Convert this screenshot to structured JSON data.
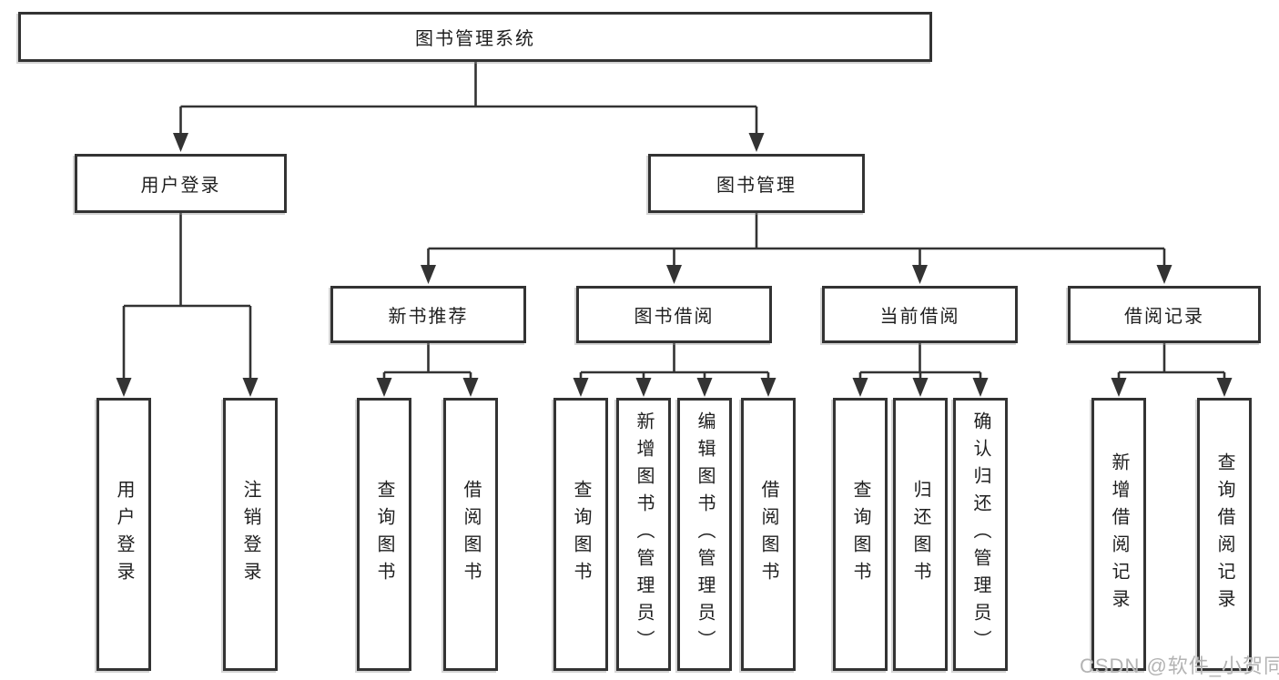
{
  "tree": {
    "root": {
      "label": "图书管理系统"
    },
    "branches": [
      {
        "label": "用户登录",
        "children": [
          {
            "label": "用户登录"
          },
          {
            "label": "注销登录"
          }
        ]
      },
      {
        "label": "图书管理",
        "groups": [
          {
            "label": "新书推荐",
            "children": [
              {
                "label": "查询图书"
              },
              {
                "label": "借阅图书"
              }
            ]
          },
          {
            "label": "图书借阅",
            "children": [
              {
                "label": "查询图书"
              },
              {
                "label": "新增图书（管理员）"
              },
              {
                "label": "编辑图书（管理员）"
              },
              {
                "label": "借阅图书"
              }
            ]
          },
          {
            "label": "当前借阅",
            "children": [
              {
                "label": "查询图书"
              },
              {
                "label": "归还图书"
              },
              {
                "label": "确认归还（管理员）"
              }
            ]
          },
          {
            "label": "借阅记录",
            "children": [
              {
                "label": "新增借阅记录"
              },
              {
                "label": "查询借阅记录"
              }
            ]
          }
        ]
      }
    ]
  },
  "watermark": {
    "text": "CSDN @软件_小贺同学"
  },
  "colors": {
    "box_border": "#333333",
    "connector": "#333333",
    "text": "#1f1f1f",
    "watermark": "#b3b3b3",
    "background": "#ffffff"
  }
}
